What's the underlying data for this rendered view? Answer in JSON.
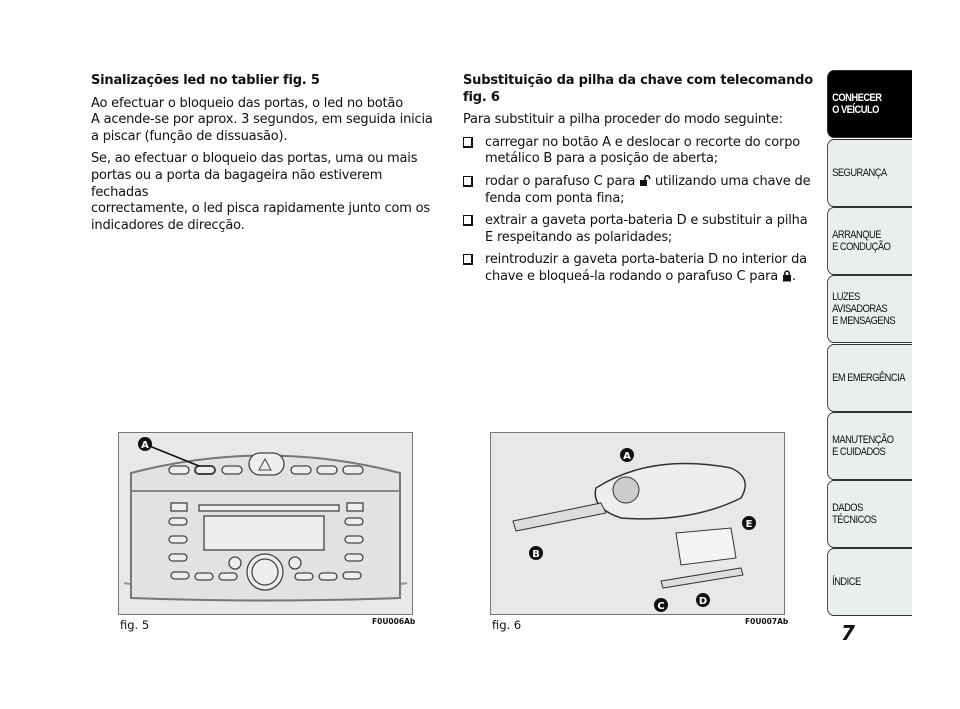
{
  "left": {
    "heading": "Sinalizações led no tablier fig. 5",
    "p1": "Ao efectuar o bloqueio das portas, o led no botão\nA acende-se por aprox. 3 segundos, em seguida inicia\na piscar (função de dissuasão).",
    "p2": "Se, ao efectuar o bloqueio das portas, uma ou mais\nportas ou a porta da bagageira não estiverem fechadas\ncorrectamente, o led pisca rapidamente junto com os\nindicadores de direcção."
  },
  "right": {
    "heading": "Substituição da pilha da chave com telecomando\nfig. 6",
    "intro": "Para substituir a pilha proceder do modo seguinte:",
    "items": [
      "carregar no botão A e deslocar o recorte do corpo\nmetálico B para a posição de aberta;",
      "rodar o parafuso C para",
      "utilizando uma chave de\nfenda com ponta fina;",
      "extrair a gaveta porta-bateria D e substituir a pilha\nE respeitando as polaridades;",
      "reintroduzir a gaveta porta-bateria D no interior da\nchave e bloqueá-la rodando o parafuso C para",
      "."
    ],
    "icons": [
      "unlock-icon",
      "lock-icon"
    ]
  },
  "figures": [
    {
      "caption": "fig. 5",
      "code": "F0U006Ab",
      "labels": [
        "A"
      ]
    },
    {
      "caption": "fig. 6",
      "code": "F0U007Ab",
      "labels": [
        "A",
        "B",
        "C",
        "D",
        "E"
      ]
    }
  ],
  "tabs": [
    {
      "label": "CONHECER\nO VEÍCULO",
      "active": true
    },
    {
      "label": "SEGURANÇA"
    },
    {
      "label": "ARRANQUE\nE CONDUÇÃO"
    },
    {
      "label": "LUZES\nAVISADORAS\nE MENSAGENS"
    },
    {
      "label": "EM EMERGÊNCIA"
    },
    {
      "label": "MANUTENÇÃO\nE CUIDADOS"
    },
    {
      "label": "DADOS\nTÉCNICOS"
    },
    {
      "label": "ÍNDICE"
    }
  ],
  "page_number": "7"
}
